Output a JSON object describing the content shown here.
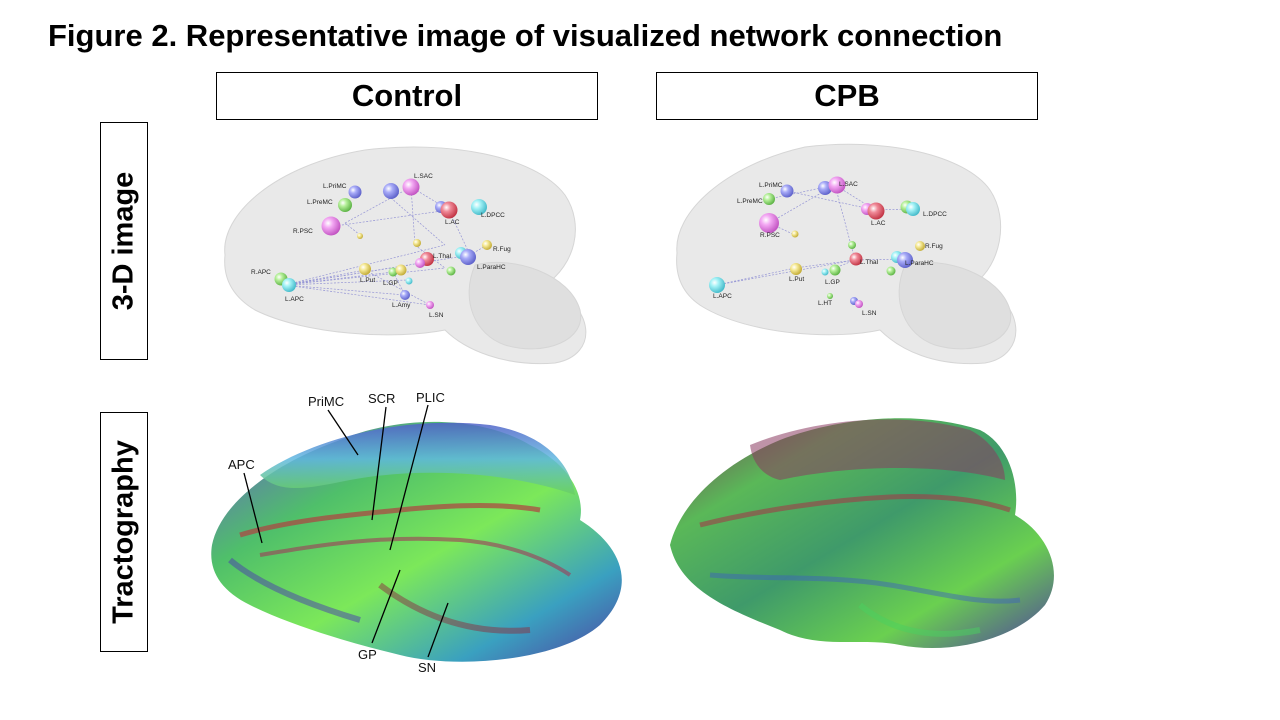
{
  "figure": {
    "title": "Figure 2. Representative image of visualized network connection",
    "columns": [
      "Control",
      "CPB"
    ],
    "rows": [
      "3-D image",
      "Tractography"
    ]
  },
  "control_3d": {
    "nodes": [
      "L.PriMC",
      "L.SAC",
      "L.PreMC",
      "L.AC",
      "L.DPCC",
      "R.PSC",
      "R.Fug",
      "L.Thal",
      "R.APC",
      "L.ParaHC",
      "L.Put",
      "L.GP",
      "L.APC",
      "L.Amy",
      "L.SN"
    ]
  },
  "cpb_3d": {
    "nodes": [
      "L.PriMC",
      "L.SAC",
      "L.PreMC",
      "L.AC",
      "L.DPCC",
      "R.PSC",
      "R.Fug",
      "L.Thal",
      "L.ParaHC",
      "L.APC",
      "L.Put",
      "L.GP",
      "L.HT",
      "L.SN"
    ]
  },
  "tractography": {
    "annotations": [
      "PriMC",
      "SCR",
      "PLIC",
      "APC",
      "GP",
      "SN"
    ]
  },
  "colors": {
    "node_pink": "#e890e8",
    "node_blue": "#8a8ef0",
    "node_green": "#9be07a",
    "node_cyan": "#7fe8f0",
    "node_yellow": "#f0e070",
    "node_red": "#e86070"
  }
}
